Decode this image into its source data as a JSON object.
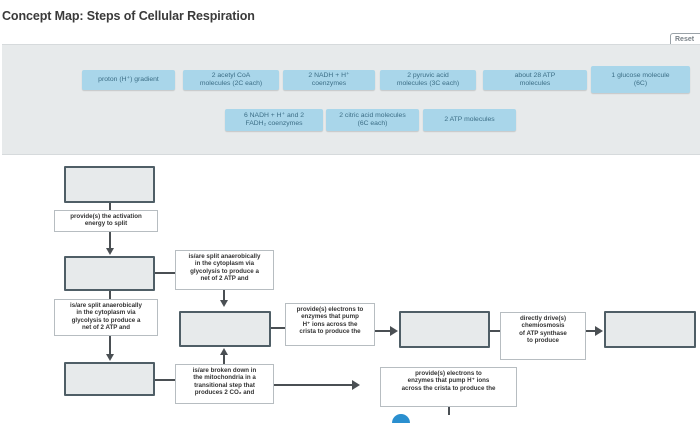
{
  "title": "Concept Map: Steps of Cellular Respiration",
  "reset_label": "Reset",
  "bank_terms": [
    "proton (H⁺) gradient",
    "2 acetyl CoA\nmolecules (2C each)",
    "2 NADH + H⁺\ncoenzymes",
    "2 pyruvic acid\nmolecules (3C each)",
    "about 28 ATP\nmolecules",
    "1 glucose molecule\n(6C)",
    "6 NADH + H⁺ and 2\nFADH₂ coenzymes",
    "2 citric acid molecules\n(6C each)",
    "2 ATP molecules"
  ],
  "map_labels": {
    "activation": "provide(s) the activation\nenergy to split",
    "split_top": "is/are split anaerobically\nin the cytoplasm via\nglycolysis to produce a\nnet of 2 ATP and",
    "split_left": "is/are split anaerobically\nin the cytoplasm via\nglycolysis to produce a\nnet of 2 ATP and",
    "electrons_mid": "provide(s) electrons to\nenzymes that pump\nH⁺ ions across the\ncrista to produce the",
    "drives": "directly drive(s)\nchemiosmosis\nof ATP synthase\nto produce",
    "broken_down": "is/are broken down in\nthe mitochondria in a\ntransitional step that\nproduces 2 CO₂ and",
    "electrons_bottom": "provide(s) electrons to\nenzymes that pump H⁺ ions\nacross the crista to produce the"
  },
  "colors": {
    "chip_bg": "#a9d6ea",
    "chip_text": "#3c6e86",
    "bank_bg": "#e7eaeb",
    "target_border": "#4f5e66",
    "connector": "#4a4f53"
  }
}
